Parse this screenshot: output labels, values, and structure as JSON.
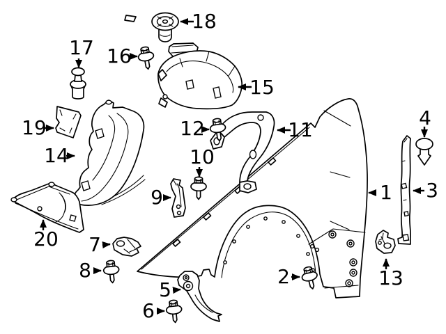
{
  "diagram": {
    "background_color": "#ffffff",
    "line_color": "#000000",
    "callouts": {
      "c1": "1",
      "c2": "2",
      "c3": "3",
      "c4": "4",
      "c5": "5",
      "c6": "6",
      "c7": "7",
      "c8": "8",
      "c9": "9",
      "c10": "10",
      "c11": "11",
      "c12": "12",
      "c13": "13",
      "c14": "14",
      "c15": "15",
      "c16": "16",
      "c17": "17",
      "c18": "18",
      "c19": "19",
      "c20": "20"
    },
    "parts": {
      "1": "front-fender-panel",
      "2": "washer-head-screw",
      "3": "fender-side-rail",
      "4": "expansion-rivet",
      "5": "lower-rear-bracket",
      "6": "washer-head-screw",
      "7": "front-bracket",
      "8": "washer-head-screw",
      "9": "upper-bracket",
      "10": "washer-head-screw",
      "11": "support-bracket",
      "12": "washer-head-screw",
      "13": "rear-bracket",
      "14": "wheelhouse-liner-front-section",
      "15": "wheelhouse-liner-rear-section",
      "16": "washer-head-screw",
      "17": "push-pin-rivet",
      "18": "grommet-nut",
      "19": "adhesive-pad",
      "20": "underbody-shield-panel"
    }
  }
}
